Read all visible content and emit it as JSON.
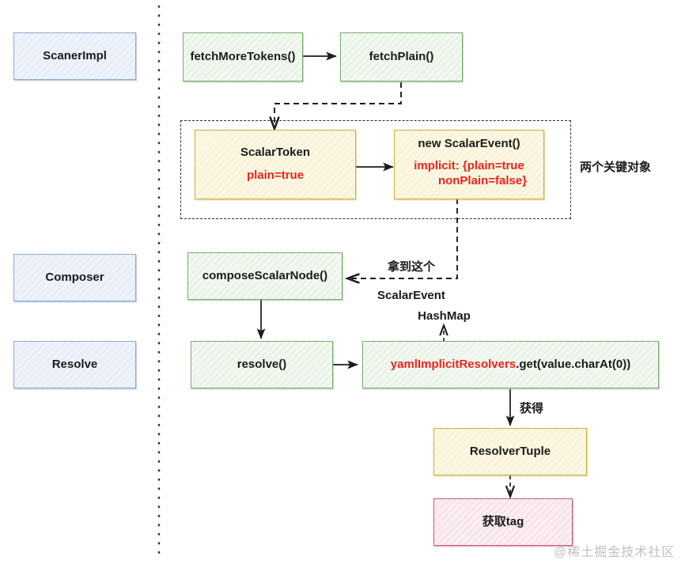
{
  "diagram": {
    "title": "SnakeYAML scalar tag resolution flow",
    "colors": {
      "green_border": "#79ab6e",
      "green_fill": "#f2f8f0",
      "blue_border": "#8fa9cc",
      "blue_fill": "#eef3fa",
      "yellow_border": "#ccad3f",
      "yellow_fill": "#fbf7e2",
      "red_border": "#c05f73",
      "red_fill": "#fbeef1",
      "text_black": "#1b1b1b",
      "text_red": "#e8251c",
      "divider": "#333333"
    },
    "lanes": [
      {
        "id": "lane-scanerimpl",
        "label": "ScanerImpl"
      },
      {
        "id": "lane-composer",
        "label": "Composer"
      },
      {
        "id": "lane-resolve",
        "label": "Resolve"
      }
    ],
    "nodes": [
      {
        "id": "fetch-more-tokens",
        "label": "fetchMoreTokens()"
      },
      {
        "id": "fetch-plain",
        "label": "fetchPlain()"
      },
      {
        "id": "scalar-token",
        "label": "ScalarToken",
        "detail": "plain=true"
      },
      {
        "id": "new-scalar-event",
        "label": "new ScalarEvent()",
        "detail_line1": "implicit: {plain=true",
        "detail_line2": "nonPlain=false}"
      },
      {
        "id": "compose-scalar-node",
        "label": "composeScalarNode()"
      },
      {
        "id": "resolve",
        "label": "resolve()"
      },
      {
        "id": "yaml-implicit-resolvers",
        "label_red": "yamlImplicitResolvers",
        "label_black": ".get(value.charAt(0))"
      },
      {
        "id": "resolver-tuple",
        "label": "ResolverTuple"
      },
      {
        "id": "get-tag",
        "label": "获取tag"
      }
    ],
    "annotations": [
      {
        "id": "two-key-objects",
        "text": "两个关键对象"
      },
      {
        "id": "got-this-scalar-event",
        "line1": "拿到这个",
        "line2": "ScalarEvent"
      },
      {
        "id": "hashmap",
        "text": "HashMap"
      },
      {
        "id": "obtain",
        "text": "获得"
      }
    ],
    "watermark": "@稀土掘金技术社区"
  }
}
